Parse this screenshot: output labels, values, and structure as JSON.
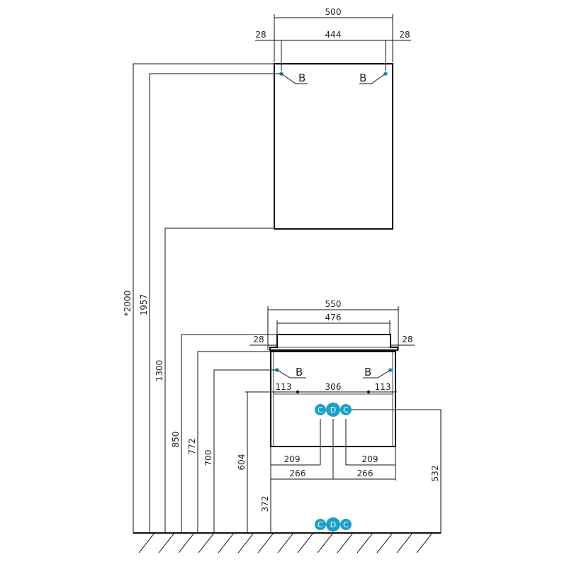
{
  "colors": {
    "line": "#111111",
    "accent": "#1aa0c8"
  },
  "cabinet": {
    "width_total": "500",
    "width_inner": "444",
    "side_left": "28",
    "side_right": "28",
    "label_b_left": "B",
    "label_b_right": "B"
  },
  "vanity": {
    "width_total": "550",
    "width_inner": "476",
    "side_left": "28",
    "side_right": "28",
    "label_b_left": "B",
    "label_b_right": "B",
    "offset_left": "113",
    "center_span": "306",
    "offset_right": "113",
    "bottom_left_209": "209",
    "bottom_right_209": "209",
    "bottom_left_266": "266",
    "bottom_right_266": "266"
  },
  "heights": {
    "h2000": "*2000",
    "h1957": "1957",
    "h1300": "1300",
    "h850": "850",
    "h772": "772",
    "h700": "700",
    "h604": "604",
    "h372": "372",
    "h532": "532"
  },
  "connections": {
    "upper": [
      "C",
      "D",
      "C"
    ],
    "lower": [
      "C",
      "D",
      "C"
    ]
  }
}
